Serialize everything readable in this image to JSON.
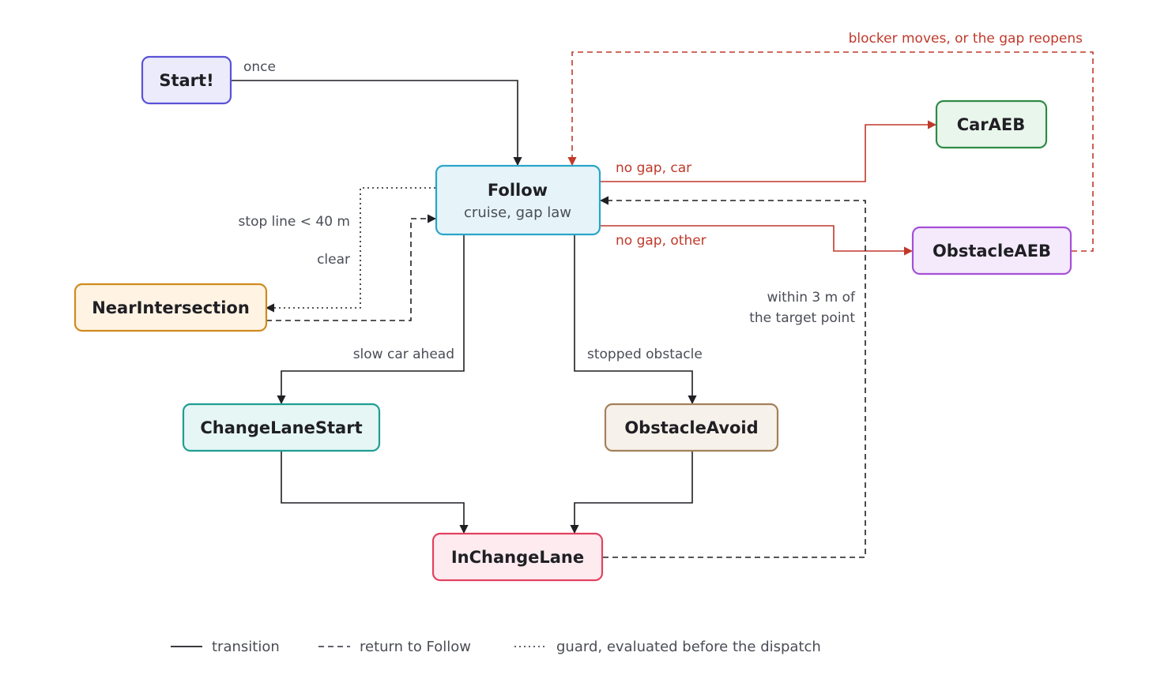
{
  "colors": {
    "solid": "#1f1f24",
    "red": "#c0392b",
    "label": "#4a4d55"
  },
  "nodes": {
    "start": {
      "title": "Start!",
      "fill": "#ecebfb",
      "stroke": "#5a52d6"
    },
    "follow": {
      "title": "Follow",
      "subtitle": "cruise, gap law",
      "fill": "#e6f4fa",
      "stroke": "#2aa5c8"
    },
    "car_aeb": {
      "title": "CarAEB",
      "fill": "#e9f6ec",
      "stroke": "#2e8b44"
    },
    "obstacle_aeb": {
      "title": "ObstacleAEB",
      "fill": "#f4eafb",
      "stroke": "#a54fd8"
    },
    "near_intersection": {
      "title": "NearIntersection",
      "fill": "#fff3e3",
      "stroke": "#d08a1e"
    },
    "change_lane_start": {
      "title": "ChangeLaneStart",
      "fill": "#e5f6f4",
      "stroke": "#1f9e93"
    },
    "obstacle_avoid": {
      "title": "ObstacleAvoid",
      "fill": "#f6f1ea",
      "stroke": "#a4805a"
    },
    "in_change_lane": {
      "title": "InChangeLane",
      "fill": "#fdebef",
      "stroke": "#e2425f"
    }
  },
  "edge_labels": {
    "once": "once",
    "no_gap_car": "no gap, car",
    "no_gap_other": "no gap, other",
    "blocker": "blocker moves, or the gap reopens",
    "stop_line": "stop line < 40 m",
    "clear": "clear",
    "slow_car": "slow car ahead",
    "stopped_obstacle": "stopped obstacle",
    "within_1": "within 3 m of",
    "within_2": "the target point"
  },
  "legend": {
    "transition": "transition",
    "return": "return to Follow",
    "guard": "guard, evaluated before the dispatch"
  }
}
